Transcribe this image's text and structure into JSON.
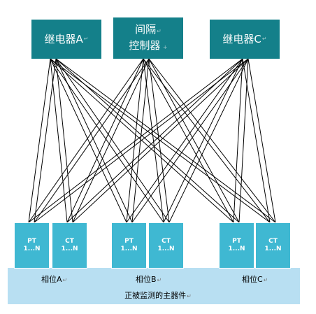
{
  "relays": {
    "relay_a": "继电器A",
    "relay_b_line1": "间隔",
    "relay_b_line2": "控制器",
    "relay_c": "继电器C"
  },
  "sensors": [
    {
      "line1": "PT",
      "line2": "1...N"
    },
    {
      "line1": "CT",
      "line2": "1...N"
    },
    {
      "line1": "PT",
      "line2": "1...N"
    },
    {
      "line1": "CT",
      "line2": "1...N"
    },
    {
      "line1": "PT",
      "line2": "1...N"
    },
    {
      "line1": "CT",
      "line2": "1...N"
    }
  ],
  "phases": {
    "a": "相位A",
    "b": "相位B",
    "c": "相位C"
  },
  "base_label": "正被监测的主器件",
  "colors": {
    "relay_box": "#14808a",
    "sensor_box": "#3fb8d2",
    "base": "#b8dff2",
    "wire": "#000000"
  }
}
